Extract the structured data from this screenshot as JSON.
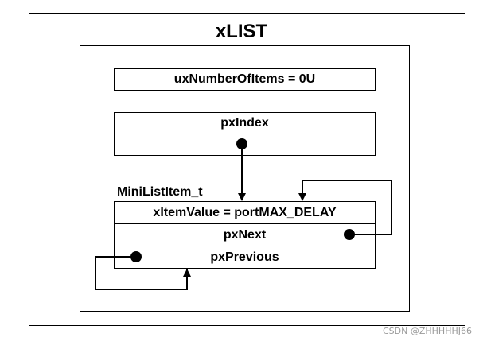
{
  "outer": {
    "title": "xLIST"
  },
  "number_of_items": "uxNumberOfItems = 0U",
  "index_box": {
    "label": "pxIndex"
  },
  "mini_list_item": {
    "caption": "MiniListItem_t",
    "item_value": "xItemValue = portMAX_DELAY",
    "next": "pxNext",
    "previous": "pxPrevious"
  },
  "watermark": "CSDN @ZHHHHHJ66"
}
